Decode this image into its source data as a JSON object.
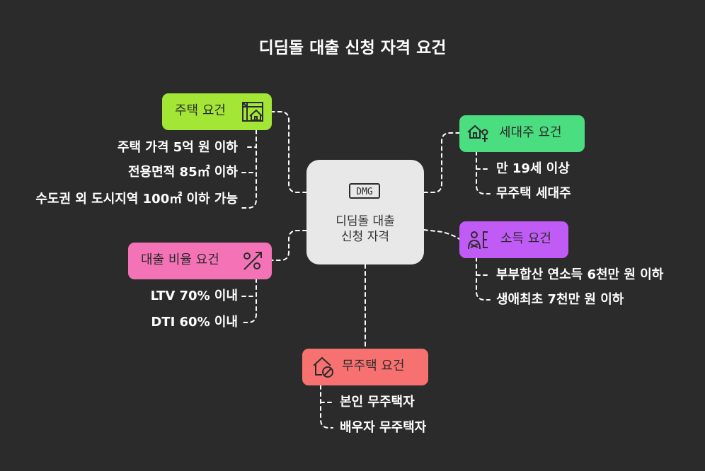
{
  "title": "디딤돌 대출 신청 자격 요건",
  "center": {
    "logo_text": "DMG",
    "line1": "디딤돌 대출",
    "line2": "신청 자격"
  },
  "branches": {
    "housing": {
      "label": "주택 요건",
      "color": "#a3e635",
      "items": [
        "주택 가격 5억 원 이하",
        "전용면적 85㎡ 이하",
        "수도권 외 도시지역 100㎡ 이하 가능"
      ]
    },
    "loan_ratio": {
      "label": "대출 비율 요건",
      "color": "#f472b6",
      "items": [
        "LTV 70% 이내",
        "DTI 60% 이내"
      ]
    },
    "householder": {
      "label": "세대주 요건",
      "color": "#4ade80",
      "items": [
        "만 19세 이상",
        "무주택 세대주"
      ]
    },
    "income": {
      "label": "소득 요건",
      "color": "#c05cf5",
      "items": [
        "부부합산 연소득 6천만 원 이하",
        "생애최초 7천만 원 이하"
      ]
    },
    "homeless": {
      "label": "무주택 요건",
      "color": "#f87171",
      "items": [
        "본인 무주택자",
        "배우자 무주택자"
      ]
    }
  }
}
